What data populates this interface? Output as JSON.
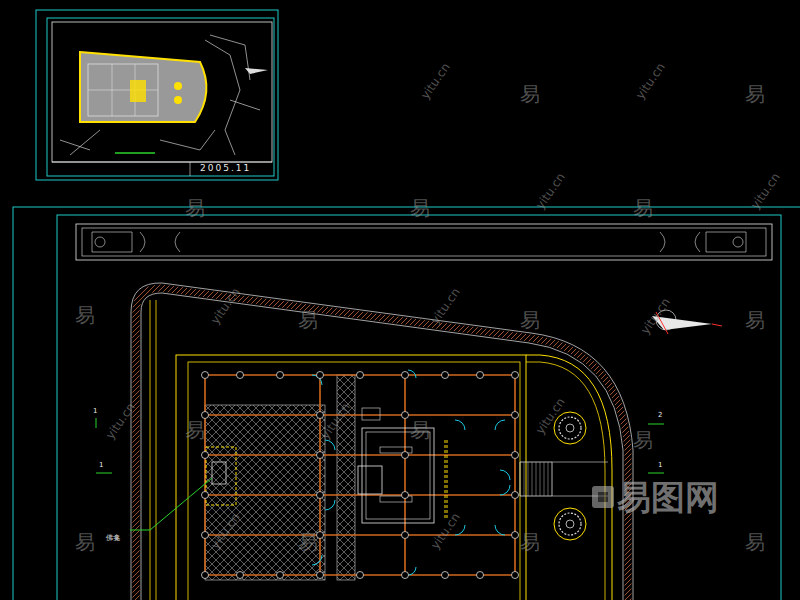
{
  "diagram": {
    "labels": [
      "2005.11",
      "佛龛",
      "1",
      "2",
      "1",
      "1",
      "易图网",
      "易",
      "易",
      "易",
      "易",
      "易",
      "易",
      "易",
      "易",
      "易",
      "易",
      "易",
      "易",
      "易",
      "易",
      "易",
      "易",
      "yitu.cn",
      "yitu.cn",
      "yitu.cn",
      "yitu.cn",
      "yitu.cn",
      "yitu.cn",
      "yitu.cn",
      "yitu.cn",
      "yitu.cn",
      "yitu.cn",
      "yitu.cn",
      "yitu.cn"
    ]
  }
}
